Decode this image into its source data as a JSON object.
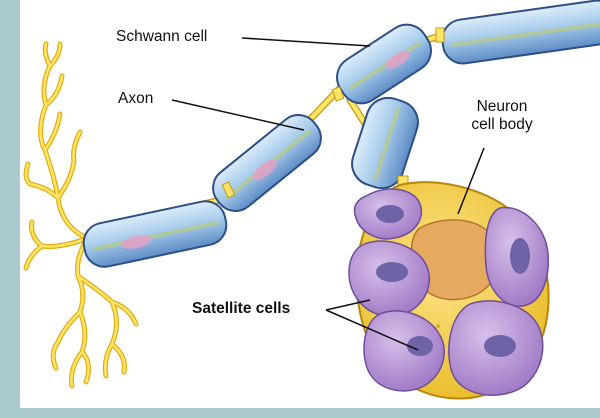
{
  "colors": {
    "frame": "#a9c9cf",
    "panel": "#ffffff",
    "schwann_fill": "#9fc6e6",
    "schwann_stroke": "#2d4f86",
    "axon": "#ffe566",
    "neuron_body": "#f2cf2a",
    "nucleus": "#e6a960",
    "satellite": "#b48ed4",
    "satellite_nucleus": "#6f63a8",
    "schwann_nucleus": "#e3a0c6"
  },
  "labels": {
    "schwann": "Schwann cell",
    "axon": "Axon",
    "neuron": [
      "Neuron",
      "cell body"
    ],
    "satellite": "Satellite cells"
  }
}
